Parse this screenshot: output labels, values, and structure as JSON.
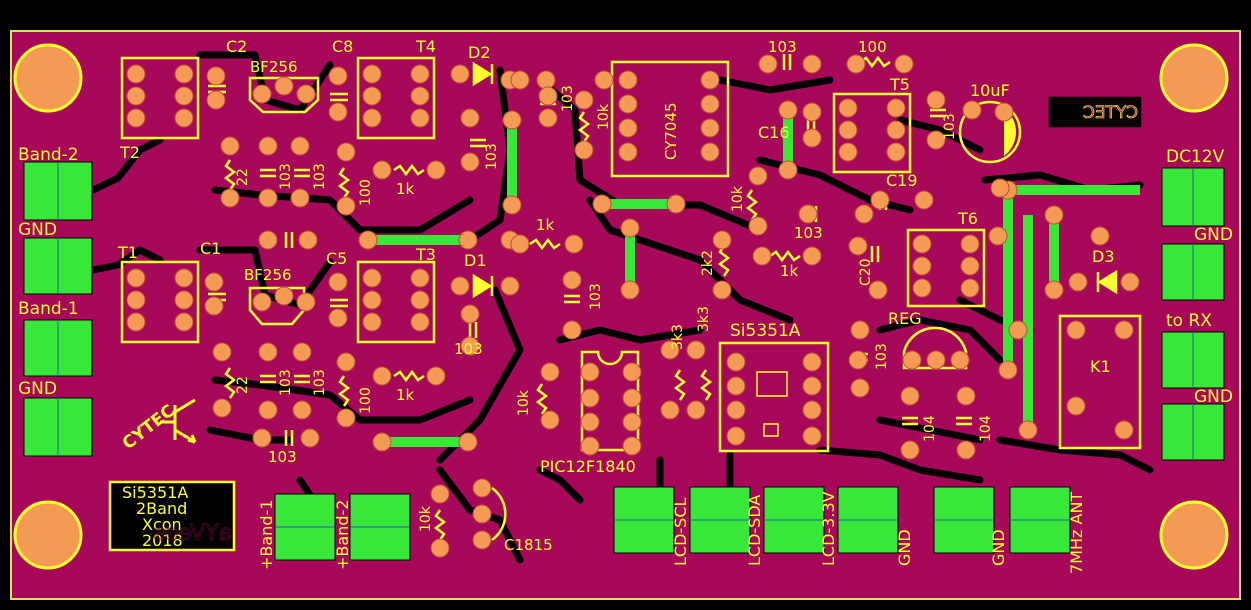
{
  "colors": {
    "board": "#a8085a",
    "board_edge": "#e0e060",
    "silk": "#ffff30",
    "pad": "#f39a55",
    "jumper": "#38e838",
    "trace_gap": "#000000",
    "mount_hole": "#f39a55"
  },
  "labels": {
    "band2": "Band-2",
    "band1": "Band-1",
    "gnd": "GND",
    "dc12v": "DC12V",
    "to_rx": "to RX",
    "c1": "C1",
    "c2": "C2",
    "c5": "C5",
    "c8": "C8",
    "c16": "C16",
    "c19": "C19",
    "c20": "C20",
    "t1": "T1",
    "t2": "T2",
    "t3": "T3",
    "t4": "T4",
    "t5": "T5",
    "t6": "T6",
    "d1": "D1",
    "d2": "D2",
    "d3": "D3",
    "k1": "K1",
    "reg": "REG",
    "bf256": "BF256",
    "cy7045": "CY7045",
    "si5351a": "Si5351A",
    "pic": "PIC12F1840",
    "c1815": "C1815",
    "cytec": "CYTEC",
    "cap_10uf": "10uF",
    "v103": "103",
    "v104": "104",
    "v100": "100",
    "v22": "22",
    "v1k": "1k",
    "v10k": "10k",
    "v2k2": "2k2",
    "v3k3": "3k3",
    "plus_band1": "+Band-1",
    "plus_band2": "+Band-2",
    "lcd_scl": "LCD-SCL",
    "lcd_sda": "LCD-SDA",
    "lcd_33v": "LCD-3.3V",
    "ant_7mhz": "7MHz ANT",
    "title_1": "Si5351A",
    "title_2": "2Band",
    "title_3": "Xcon",
    "title_4": "2018",
    "mirror_1": "aYVeos"
  }
}
